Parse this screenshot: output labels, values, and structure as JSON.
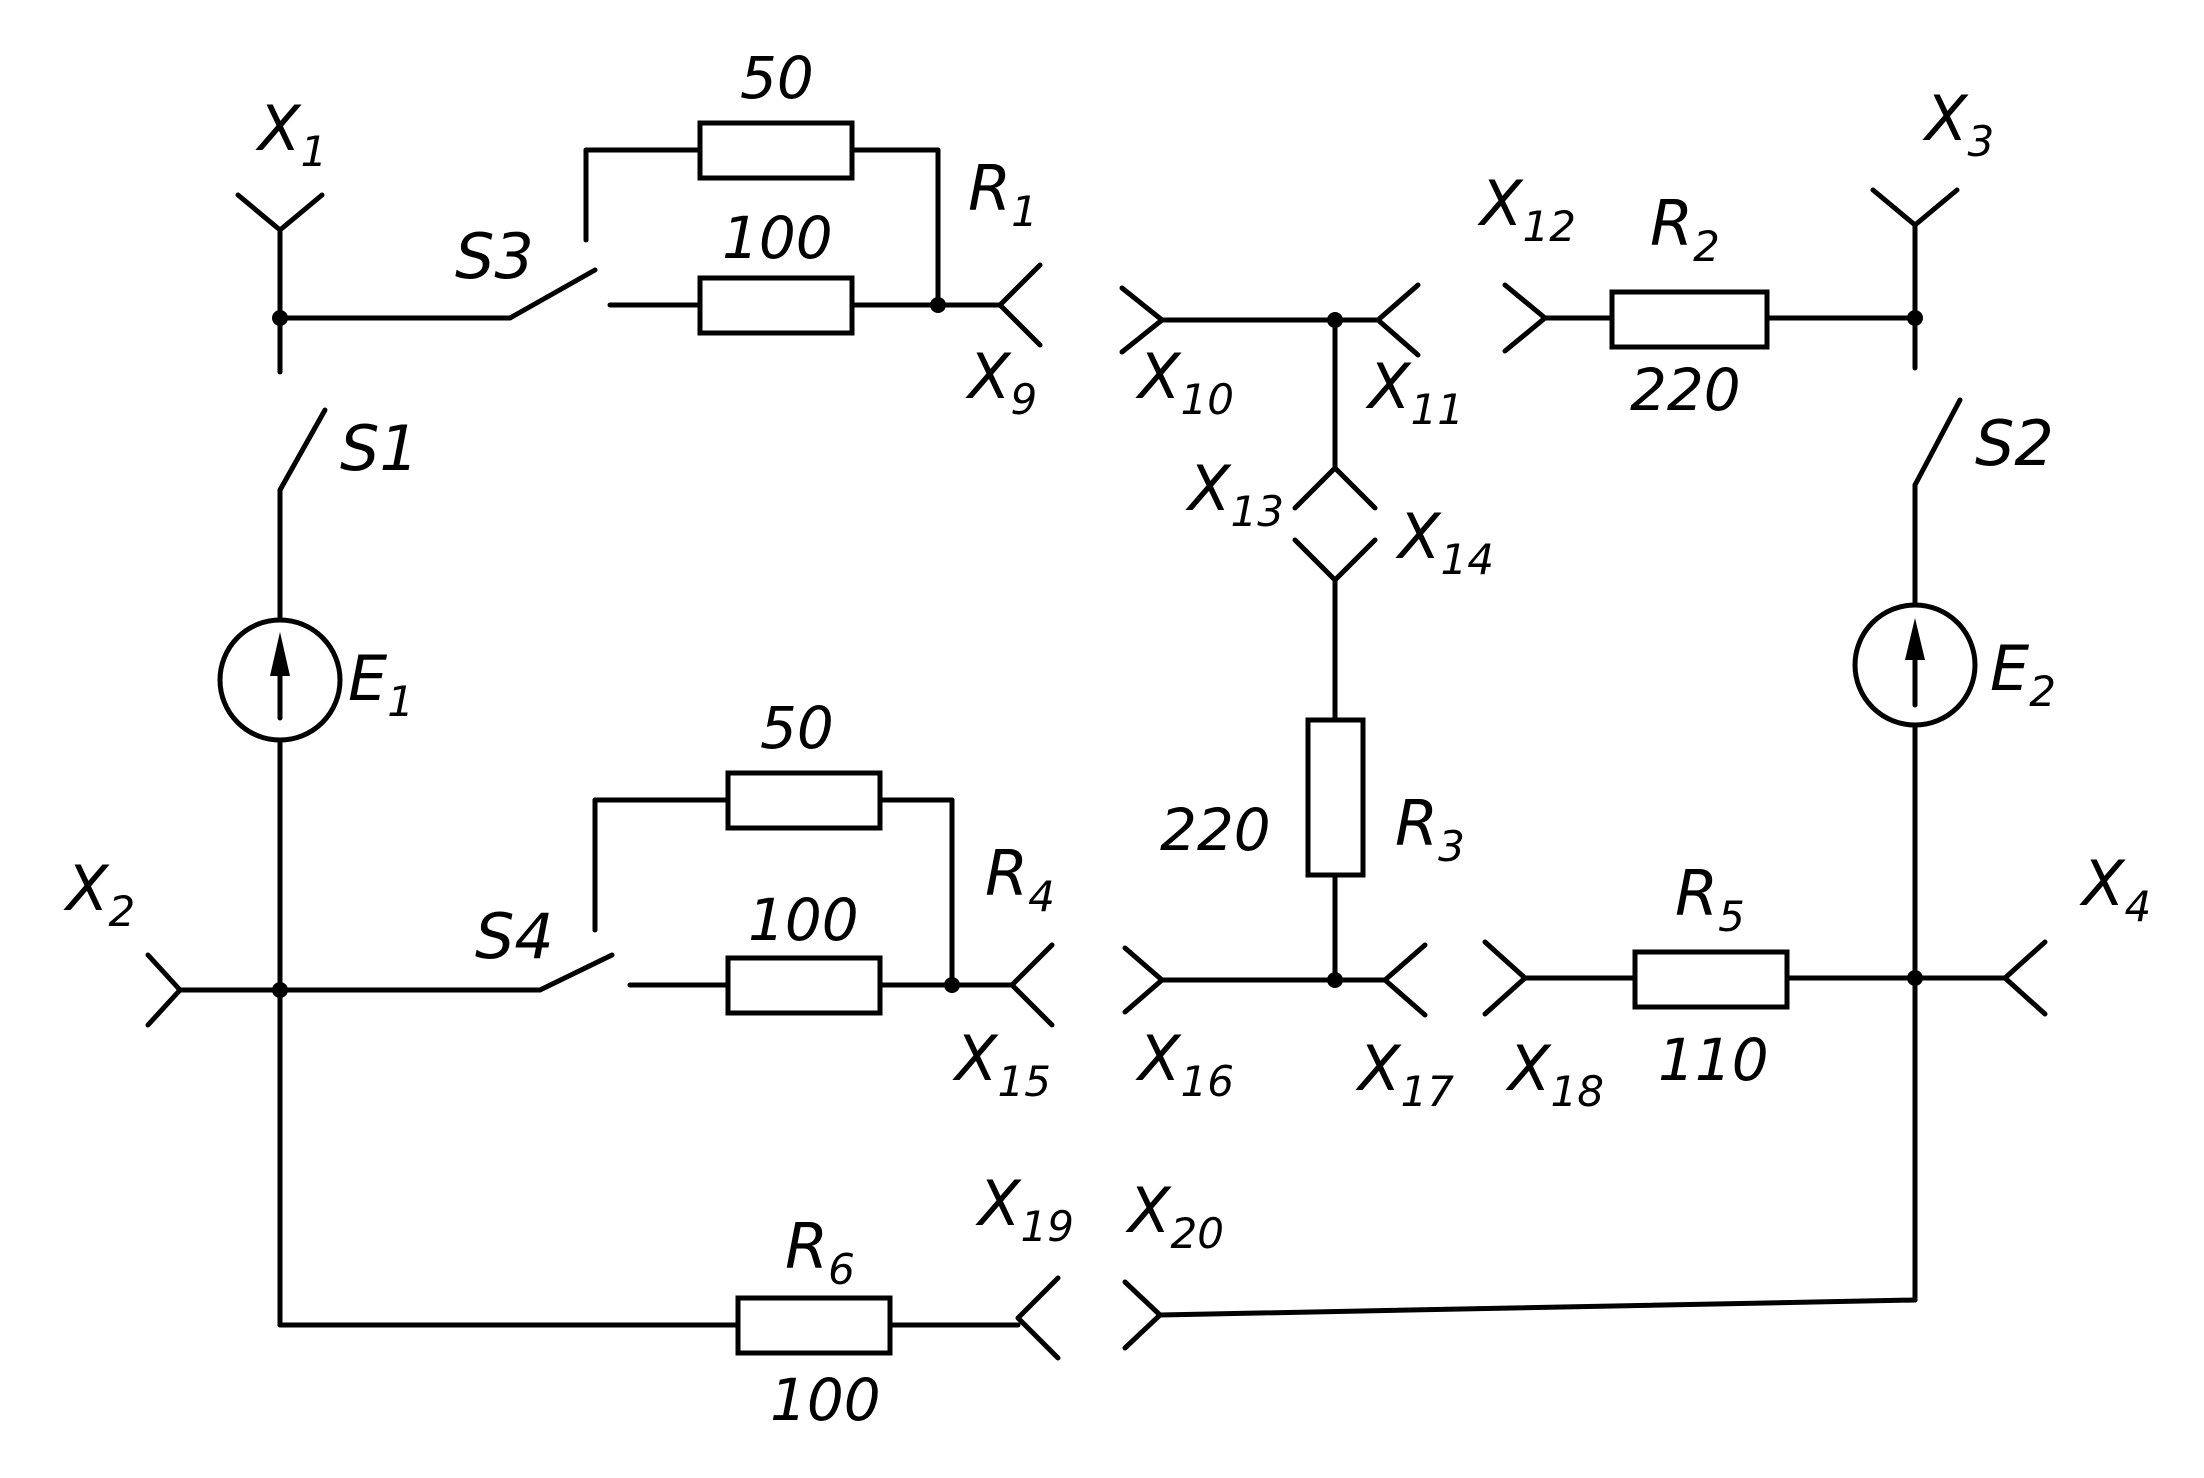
{
  "connectors": [
    {
      "letter": "X",
      "num": "1"
    },
    {
      "letter": "X",
      "num": "2"
    },
    {
      "letter": "X",
      "num": "3"
    },
    {
      "letter": "X",
      "num": "4"
    },
    {
      "letter": "X",
      "num": "9"
    },
    {
      "letter": "X",
      "num": "10"
    },
    {
      "letter": "X",
      "num": "11"
    },
    {
      "letter": "X",
      "num": "12"
    },
    {
      "letter": "X",
      "num": "13"
    },
    {
      "letter": "X",
      "num": "14"
    },
    {
      "letter": "X",
      "num": "15"
    },
    {
      "letter": "X",
      "num": "16"
    },
    {
      "letter": "X",
      "num": "17"
    },
    {
      "letter": "X",
      "num": "18"
    },
    {
      "letter": "X",
      "num": "19"
    },
    {
      "letter": "X",
      "num": "20"
    }
  ],
  "switches": [
    {
      "label": "S1"
    },
    {
      "label": "S2"
    },
    {
      "label": "S3"
    },
    {
      "label": "S4"
    }
  ],
  "sources": [
    {
      "letter": "E",
      "num": "1"
    },
    {
      "letter": "E",
      "num": "2"
    }
  ],
  "resistors": {
    "R1": {
      "letter": "R",
      "num": "1",
      "values": [
        "50",
        "100"
      ]
    },
    "R2": {
      "letter": "R",
      "num": "2",
      "value": "220"
    },
    "R3": {
      "letter": "R",
      "num": "3",
      "value": "220"
    },
    "R4": {
      "letter": "R",
      "num": "4",
      "values": [
        "50",
        "100"
      ]
    },
    "R5": {
      "letter": "R",
      "num": "5",
      "value": "110"
    },
    "R6": {
      "letter": "R",
      "num": "6",
      "value": "100"
    }
  }
}
